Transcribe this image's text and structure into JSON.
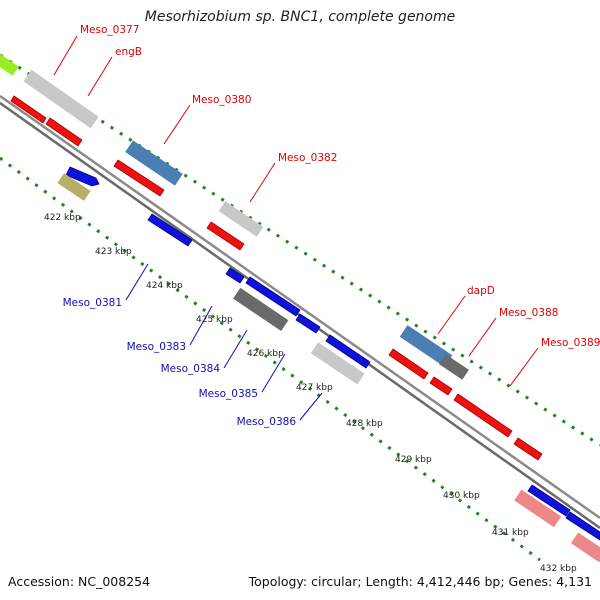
{
  "header": {
    "title": "Mesorhizobium sp. BNC1, complete genome"
  },
  "footer": {
    "accession": "Accession: NC_008254",
    "topology": "Topology: circular; Length: 4,412,446 bp; Genes: 4,131"
  },
  "colors": {
    "forward_label": "#e00000",
    "reverse_label": "#1010b0",
    "cog_red": "#ee1111",
    "cog_blue": "#1111dd",
    "cog_grey": "#c8c8c8",
    "cog_darkgrey": "#6a6a6a",
    "cog_steelblue": "#4a7fb5",
    "cog_khaki": "#b8ae6a",
    "cog_pink": "#ee8888",
    "cog_lime": "#99ee22",
    "backbone": "#7a7a7a",
    "kbp_dots": "#1a8a1a"
  },
  "kbp_ticks": [
    "422 kbp",
    "423 kbp",
    "424 kbp",
    "425 kbp",
    "426 kbp",
    "427 kbp",
    "428 kbp",
    "429 kbp",
    "430 kbp",
    "431 kbp",
    "432 kbp"
  ],
  "gene_labels": {
    "meso_0377": "Meso_0377",
    "engb": "engB",
    "meso_0380": "Meso_0380",
    "meso_0382": "Meso_0382",
    "dapd": "dapD",
    "meso_0388": "Meso_0388",
    "meso_0389": "Meso_0389",
    "meso_0381": "Meso_0381",
    "meso_0383": "Meso_0383",
    "meso_0384": "Meso_0384",
    "meso_0385": "Meso_0385",
    "meso_0386": "Meso_0386"
  }
}
